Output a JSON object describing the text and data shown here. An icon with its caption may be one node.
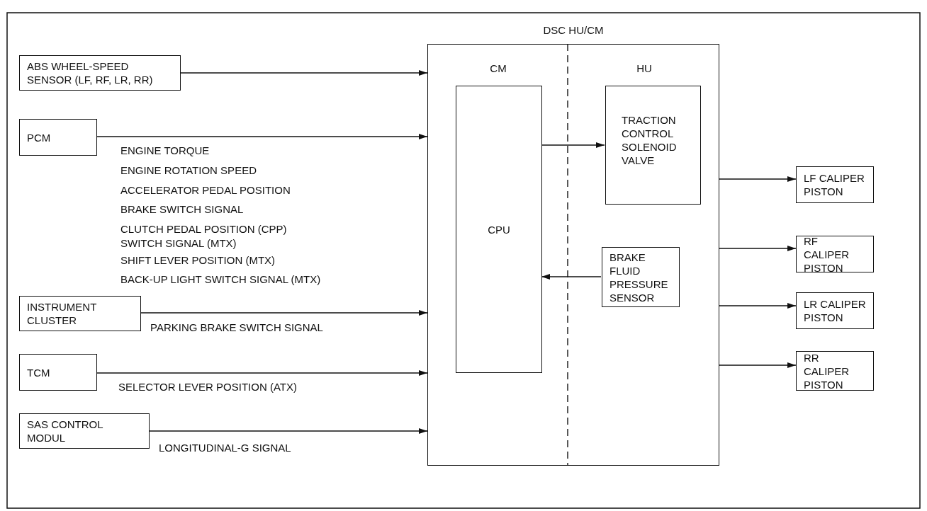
{
  "diagram": {
    "nodes": [
      {
        "text": [
          "ABS WHEEL-SPEED SENSOR (LF, RF, LR, RR)"
        ]
      },
      {
        "text": [
          "PCM"
        ]
      },
      {
        "text": [
          "INSTRUMENT CLUSTER"
        ]
      },
      {
        "text": [
          "TCM"
        ]
      },
      {
        "text": [
          "SAS CONTROL MODUL"
        ]
      },
      {
        "text": [
          "DSC HU/CM"
        ]
      },
      {
        "text": [
          "CM"
        ],
        "in": 5
      },
      {
        "text": [
          "CPU"
        ],
        "in": 6
      },
      {
        "text": [
          "HU"
        ],
        "in": 5
      },
      {
        "text": [
          "TRACTION CONTROL SOLENOID VALVE"
        ],
        "in": 8
      },
      {
        "text": [
          "BRAKE FLUID PRESSURE SENSOR"
        ],
        "in": 8
      },
      {
        "text": [
          "LF CALIPER PISTON"
        ]
      },
      {
        "text": [
          "RF CALIPER PISTON"
        ]
      },
      {
        "text": [
          "LR CALIPER PISTON"
        ]
      },
      {
        "text": [
          "RR CALIPER PISTON"
        ]
      }
    ],
    "edges": [
      {
        "from": 0,
        "to": 5,
        "arrow": "to"
      },
      {
        "from": 1,
        "to": 5,
        "arrow": "to"
      },
      {
        "from": 2,
        "to": 5,
        "arrow": "to",
        "label": "PARKING BRAKE SWITCH SIGNAL"
      },
      {
        "from": 3,
        "to": 5,
        "arrow": "to",
        "label": "SELECTOR LEVER POSITION (ATX)"
      },
      {
        "from": 4,
        "to": 5,
        "arrow": "to",
        "label": "LONGITUDINAL-G SIGNAL"
      },
      {
        "from": 7,
        "to": 9,
        "arrow": "to"
      },
      {
        "from": 10,
        "to": 7,
        "arrow": "to"
      },
      {
        "from": 8,
        "to": 11,
        "arrow": "to"
      },
      {
        "from": 8,
        "to": 12,
        "arrow": "to"
      },
      {
        "from": 8,
        "to": 13,
        "arrow": "to"
      },
      {
        "from": 8,
        "to": 14,
        "arrow": "to"
      }
    ],
    "labels": [
      "ENGINE TORQUE",
      "ENGINE ROTATION SPEED",
      "ACCELERATOR PEDAL POSITION",
      "BRAKE SWITCH SIGNAL",
      "CLUTCH PEDAL POSITION (CPP) SWITCH SIGNAL (MTX)",
      "SHIFT LEVER POSITION (MTX)",
      "BACK-UP LIGHT SWITCH SIGNAL (MTX)"
    ]
  }
}
